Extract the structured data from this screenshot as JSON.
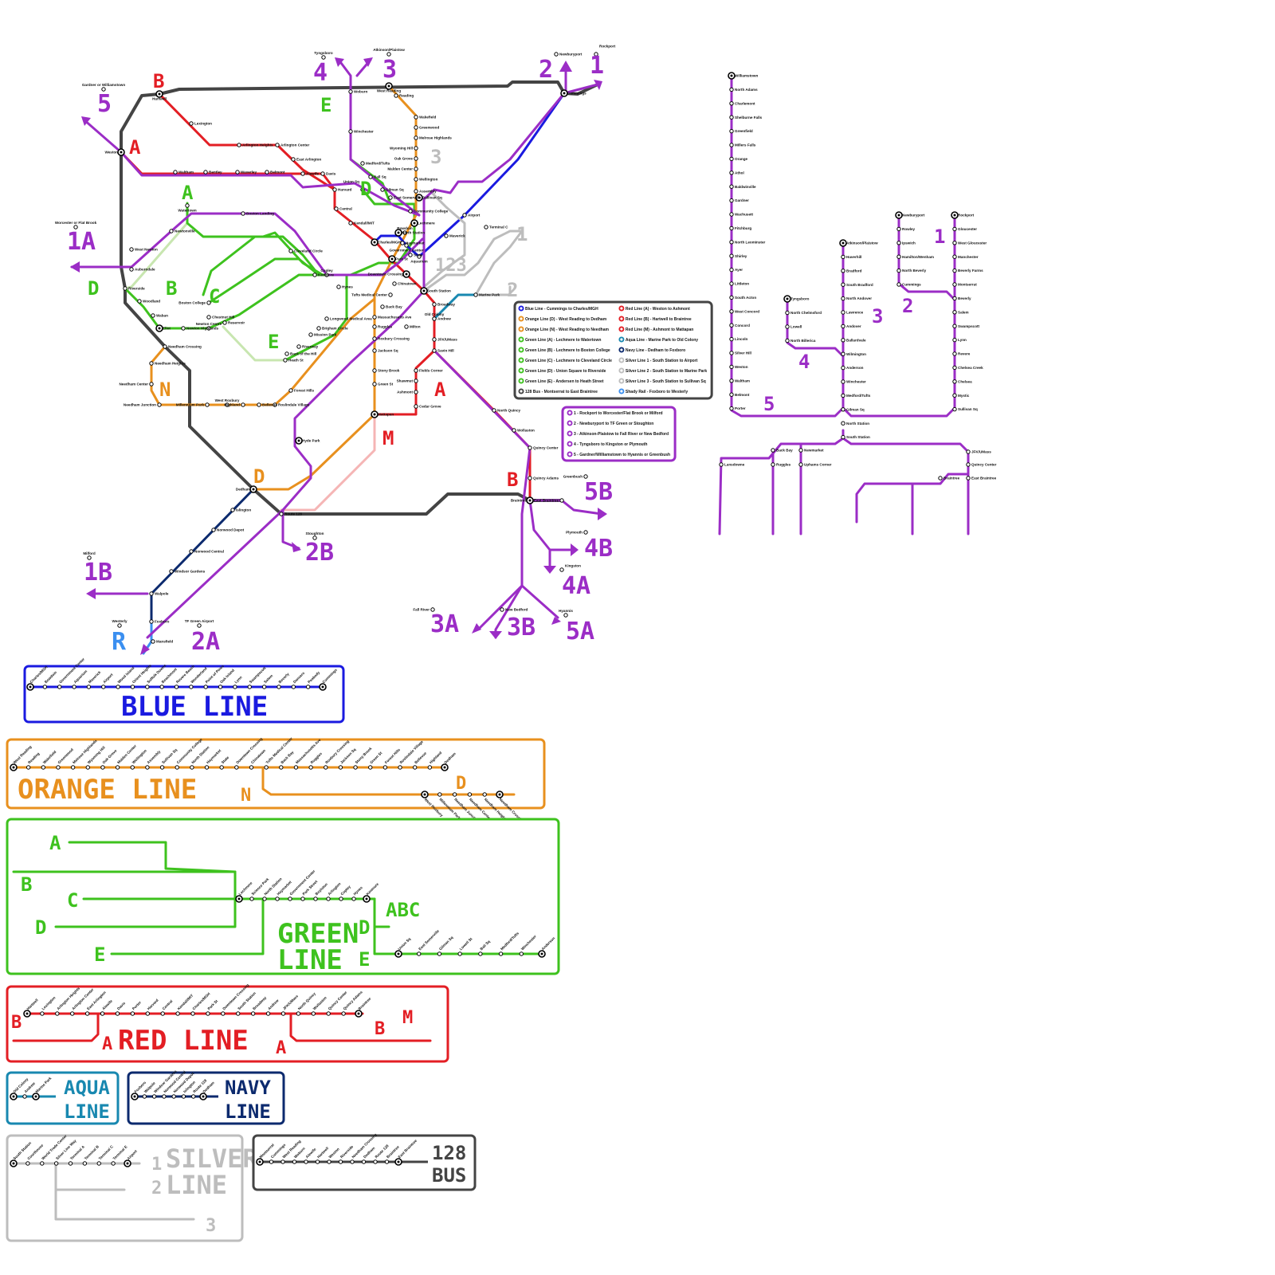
{
  "colors": {
    "blue": "#1a1ae0",
    "orange": "#e8901e",
    "green": "#3ec21e",
    "red": "#e31e24",
    "aqua": "#1888b0",
    "navy": "#0c2a6e",
    "silver": "#bdbdbd",
    "bus128": "#444444",
    "commuter": "#9b2dc6",
    "shady": "#3b8ff0",
    "mattapan": "#f5b5b5",
    "lightgreen": "#c8e6b0"
  },
  "map": {
    "stations": [
      "Hartwell",
      "Lexington",
      "Arlington Heights",
      "Arlington Center",
      "East Arlington",
      "Weston",
      "Waltham",
      "Bentley",
      "Waverley",
      "Belmont",
      "Alewife",
      "Davis",
      "Harvard",
      "Central",
      "Kendall/MIT",
      "Charles/MGH",
      "Park St",
      "Downtown Crossing",
      "South Station",
      "Broadway",
      "Andrew",
      "JFK/UMass",
      "Savin Hill",
      "Fields Corner",
      "Shawmut",
      "Ashmont",
      "Cedar Grove",
      "North Quincy",
      "Wollaston",
      "Quincy Center",
      "Quincy Adams",
      "East Braintree",
      "Braintree",
      "West Reading",
      "Reading",
      "Wakefield",
      "Greenwood",
      "Melrose Highlands",
      "Wyoming Hill",
      "Oak Grove",
      "Malden Center",
      "Wellington",
      "Assembly",
      "Sullivan Sq",
      "Community College",
      "North Station",
      "Haymarket",
      "State",
      "Chinatown",
      "Tufts Medical Center",
      "Back Bay",
      "Massachusetts Ave",
      "Ruggles",
      "Roxbury Crossing",
      "Jackson Sq",
      "Stony Brook",
      "Green St",
      "Forest Hills",
      "Roslindale Village",
      "Bellevue",
      "Highland",
      "West Roxbury",
      "Millennium Park",
      "Needham Junction",
      "Needham Center",
      "Needham Heights",
      "Needham Crossing",
      "Dedham",
      "Bowdoin",
      "Government Center",
      "Aquarium",
      "Maverick",
      "Airport",
      "Cummings",
      "Lechmere",
      "Union Sq",
      "Boston Landing",
      "Watertown",
      "Newtonville",
      "West Newton",
      "Auburndale",
      "Riverside",
      "Woodland",
      "Waban",
      "Eliot",
      "Newton Highlands",
      "Newton Centre",
      "Chestnut Hill",
      "Reservoir",
      "Boston College",
      "Cleveland Circle",
      "Kenmore",
      "Copley",
      "Hynes",
      "Longwood Medical Area",
      "Brigham Circle",
      "Mission Park",
      "Riverway",
      "Back of the Hill",
      "Heath St",
      "Islington",
      "Norwood Depot",
      "Norwood Central",
      "Windsor Gardens",
      "Walpole",
      "Foxboro",
      "Mansfield",
      "Route 128",
      "Woburn",
      "Winchester",
      "Medford/Tufts",
      "Ball Sq",
      "Gilman Sq",
      "East Somerville",
      "Old Colony",
      "Marine Park",
      "Terminal C",
      "Hyde Park",
      "Mattapan",
      "Milton",
      "Tyngsboro",
      "Atkinson/Plaistow",
      "Newburyport",
      "Rockport",
      "Gardner or Williamstown",
      "Worcester or Flat Brook",
      "Milford",
      "Westerly",
      "TF Green Airport",
      "Stoughton",
      "Greenbush",
      "Plymouth",
      "Kingston",
      "Fall River",
      "New Bedford",
      "Hyannis"
    ],
    "route_labels": {
      "r1": "1",
      "r2": "2",
      "r3": "3",
      "r4": "4",
      "r5": "5",
      "r1a": "1A",
      "r1b": "1B",
      "r2a": "2A",
      "r2b": "2B",
      "r3a": "3A",
      "r3b": "3B",
      "r4a": "4A",
      "r4b": "4B",
      "r5a": "5A",
      "r5b": "5B",
      "rR": "R",
      "gA": "A",
      "gB": "B",
      "gC": "C",
      "gD": "D",
      "gE": "E",
      "redA": "A",
      "redB": "B",
      "redM": "M",
      "orD": "D",
      "orN": "N",
      "s1": "1",
      "s2": "2",
      "s3": "3",
      "s12": "123"
    }
  },
  "legend": {
    "items": [
      {
        "label": "Blue Line - Cummings to Charles/MGH",
        "color": "#1a1ae0"
      },
      {
        "label": "Orange Line (D) - West Reading to Dedham",
        "color": "#e8901e"
      },
      {
        "label": "Orange Line (N) - West Reading to Needham",
        "color": "#e8901e"
      },
      {
        "label": "Green Line (A) - Lechmere to Watertown",
        "color": "#3ec21e"
      },
      {
        "label": "Green Line (B) - Lechmere to Boston College",
        "color": "#3ec21e"
      },
      {
        "label": "Green Line (C) - Lechmere to Cleveland Circle",
        "color": "#3ec21e"
      },
      {
        "label": "Green Line (D) - Union Square to Riverside",
        "color": "#3ec21e"
      },
      {
        "label": "Green Line (E) - Andersen to Heath Street",
        "color": "#3ec21e"
      },
      {
        "label": "128 Bus - Montserrat to East Braintree",
        "color": "#444444"
      },
      {
        "label": "Red Line (A) - Weston to Ashmont",
        "color": "#e31e24"
      },
      {
        "label": "Red Line (B) - Hartwell to Braintree",
        "color": "#e31e24"
      },
      {
        "label": "Red Line (M) - Ashmont to Mattapan",
        "color": "#e31e24"
      },
      {
        "label": "Aqua Line - Marine Park to Old Colony",
        "color": "#1888b0"
      },
      {
        "label": "Navy Line - Dedham to Foxboro",
        "color": "#0c2a6e"
      },
      {
        "label": "Silver Line 1 - South Station to Airport",
        "color": "#bdbdbd"
      },
      {
        "label": "Silver Line 2 - South Station to Marine Park",
        "color": "#bdbdbd"
      },
      {
        "label": "Silver Line 3 - South Station to Sullivan Sq",
        "color": "#bdbdbd"
      },
      {
        "label": "Shady Rail - Foxboro to Westerly",
        "color": "#3b8ff0"
      }
    ]
  },
  "commuter_legend": {
    "items": [
      "1 - Rockport to Worcester/Flat Brook or Milford",
      "2 - Newburyport to TF Green or Stoughton",
      "3 - Atkinson-Plaistow to Fall River or New Bedford",
      "4 - Tyngsboro to Kingston or Plymouth",
      "5 - Gardner/Williamstown to Hyannis or Greenbush"
    ]
  },
  "commuter_diagram": {
    "line5": [
      "Williamstown",
      "North Adams",
      "Charlemont",
      "Shelburne Falls",
      "Greenfield",
      "Millers Falls",
      "Orange",
      "Athol",
      "Baldwinville",
      "Gardner",
      "Wachusett",
      "Fitchburg",
      "North Leominster",
      "Shirley",
      "Ayer",
      "Littleton",
      "South Acton",
      "West Concord",
      "Concord",
      "Lincoln",
      "Silver Hill",
      "Weston",
      "Waltham",
      "Belmont",
      "Porter"
    ],
    "line4": [
      "Tyngsboro",
      "North Chelmsford",
      "Lowell",
      "North Billerica"
    ],
    "line3": [
      "Atkinson/Plaistow",
      "Haverhill",
      "Bradford",
      "South Bradford",
      "North Andover",
      "Lawrence",
      "Andover",
      "Ballardvale",
      "Wilmington",
      "Anderson",
      "Winchester",
      "Medford/Tufts",
      "Gilman Sq",
      "North Station",
      "South Station"
    ],
    "line2": [
      "Newburyport",
      "Rowley",
      "Ipswich",
      "Hamilton/Wenham",
      "North Beverly",
      "Cummings"
    ],
    "line1": [
      "Rockport",
      "Gloucester",
      "West Gloucester",
      "Manchester",
      "Beverly Farms",
      "Montserrat",
      "Beverly",
      "Salem",
      "Swampscott",
      "Lynn",
      "Revere",
      "Chelsea Creek",
      "Chelsea",
      "Mystic",
      "Sullivan Sq"
    ],
    "south": [
      "Back Bay",
      "Ruggles",
      "Newmarket",
      "Lansdowne",
      "Uphams Corner",
      "JFK/UMass",
      "Quincy Center",
      "Braintree",
      "East Braintree"
    ],
    "labels": {
      "n1": "1",
      "n2": "2",
      "n3": "3",
      "n4": "4",
      "n5": "5"
    }
  },
  "panels": {
    "blue": {
      "title": "BLUE LINE",
      "stations": [
        "Charles/MGH",
        "Bowdoin",
        "Government Center",
        "Aquarium",
        "Maverick",
        "Airport",
        "Wood Island",
        "Orient Heights",
        "Suffolk Downs",
        "Beachmont",
        "Revere Beach",
        "Wonderland",
        "Point of Pines",
        "Oak Island",
        "Lynn",
        "Swampscott",
        "Salem",
        "Beverly",
        "Danvers",
        "Peabody",
        "Cummings"
      ]
    },
    "orange": {
      "title": "ORANGE LINE",
      "branch_d": "D",
      "branch_n": "N",
      "stations": [
        "West Reading",
        "Reading",
        "Wakefield",
        "Greenwood",
        "Melrose Highlands",
        "Wyoming Hill",
        "Oak Grove",
        "Malden Center",
        "Wellington",
        "Assembly",
        "Sullivan Sq",
        "Community College",
        "North Station",
        "Haymarket",
        "State",
        "Downtown Crossing",
        "Chinatown",
        "Tufts Medical Center",
        "Back Bay",
        "Massachusetts Ave",
        "Ruggles",
        "Roxbury Crossing",
        "Jackson Sq",
        "Stony Brook",
        "Green St",
        "Forest Hills",
        "Roslindale Village",
        "Bellevue",
        "Highland",
        "Dedham"
      ],
      "n_stations": [
        "West Roxbury",
        "Millennium Park",
        "Needham Junction",
        "Needham Center",
        "Needham Heights",
        "Needham Crossing"
      ]
    },
    "green": {
      "title_1": "GREEN",
      "title_2": "LINE",
      "abc": "ABC",
      "d": "D",
      "e": "E",
      "a": "A",
      "b": "B",
      "c": "C",
      "d2": "D",
      "e2": "E",
      "stations": [
        "Lechmere",
        "Science Park",
        "North Station",
        "Haymarket",
        "Government Center",
        "Park Street",
        "Boylston",
        "Arlington",
        "Copley",
        "Hynes",
        "Kenmore",
        "Union Sq",
        "East Somerville",
        "Gilman Sq",
        "Lowell St",
        "Ball Sq",
        "Medford/Tufts",
        "Winchester",
        "Anderson"
      ]
    },
    "red": {
      "title": "RED LINE",
      "b": "B",
      "a": "A",
      "b2": "B",
      "m": "M",
      "a2": "A",
      "stations": [
        "Hartwell",
        "Lexington",
        "Arlington Heights",
        "Arlington Center",
        "East Arlington",
        "Alewife",
        "Davis",
        "Porter",
        "Harvard",
        "Central",
        "Kendall/MIT",
        "Charles/MGH",
        "Park St",
        "Downtown Crossing",
        "South Station",
        "Broadway",
        "Andrew",
        "JFK/UMass",
        "North Quincy",
        "Wollaston",
        "Quincy Center",
        "Quincy Adams",
        "Braintree"
      ]
    },
    "aqua": {
      "title_1": "AQUA",
      "title_2": "LINE",
      "stations": [
        "Old Colony",
        "Andrew",
        "Marine Park"
      ]
    },
    "navy": {
      "title_1": "NAVY",
      "title_2": "LINE",
      "stations": [
        "Foxboro",
        "Walpole",
        "Windsor Gardens",
        "Norwood Central",
        "Norwood Depot",
        "Islington",
        "Route 128",
        "Dedham"
      ]
    },
    "silver": {
      "title_1": "SILVER",
      "title_2": "LINE",
      "n1": "1",
      "n2": "2",
      "n3": "3",
      "stations": [
        "South Station",
        "Courthouse",
        "World Trade Center",
        "Silver Line Way",
        "Terminal A",
        "Terminal B",
        "Terminal C",
        "Terminal E",
        "Airport"
      ]
    },
    "bus": {
      "title_1": "128",
      "title_2": "BUS",
      "stations": [
        "Montserrat",
        "Cummings",
        "West Reading",
        "Woburn",
        "Alewife",
        "Hartwell",
        "Weston",
        "Riverside",
        "Needham Crossing",
        "Dedham",
        "Route 128",
        "Braintree",
        "East Braintree"
      ]
    }
  }
}
